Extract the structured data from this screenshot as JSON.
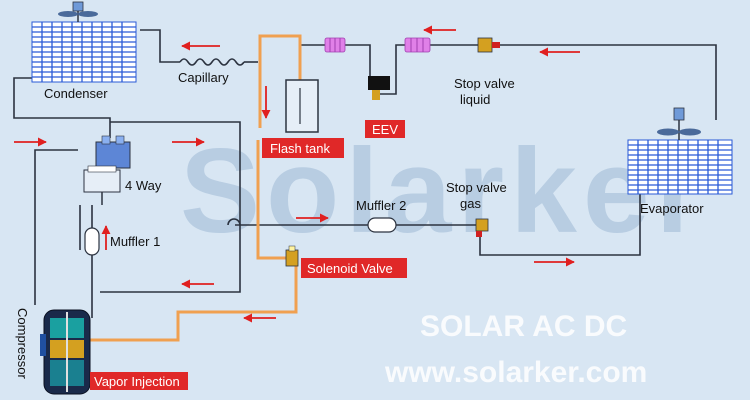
{
  "watermark": {
    "brand": "Solarker",
    "line1": "SOLAR AC DC",
    "line2": "www.solarker.com"
  },
  "labels": {
    "condenser": "Condenser",
    "capillary": "Capillary",
    "flash_tank": "Flash tank",
    "eev": "EEV",
    "stop_valve_liquid_1": "Stop valve",
    "stop_valve_liquid_2": "liquid",
    "four_way": "4 Way",
    "muffler_2": "Muffler 2",
    "stop_valve_gas_1": "Stop valve",
    "stop_valve_gas_2": "gas",
    "evaporator": "Evaporator",
    "muffler_1": "Muffler 1",
    "solenoid_valve": "Solenoid Valve",
    "compressor": "Compressor",
    "vapor_injection": "Vapor Injection"
  },
  "colors": {
    "background": "#d8e6f3",
    "pipe": "#2c3340",
    "injection_pipe": "#f0a050",
    "flow_arrow": "#e02020",
    "tag_fill": "#e02828",
    "coil": "#2a5bd7",
    "filter": "#e080e8"
  }
}
